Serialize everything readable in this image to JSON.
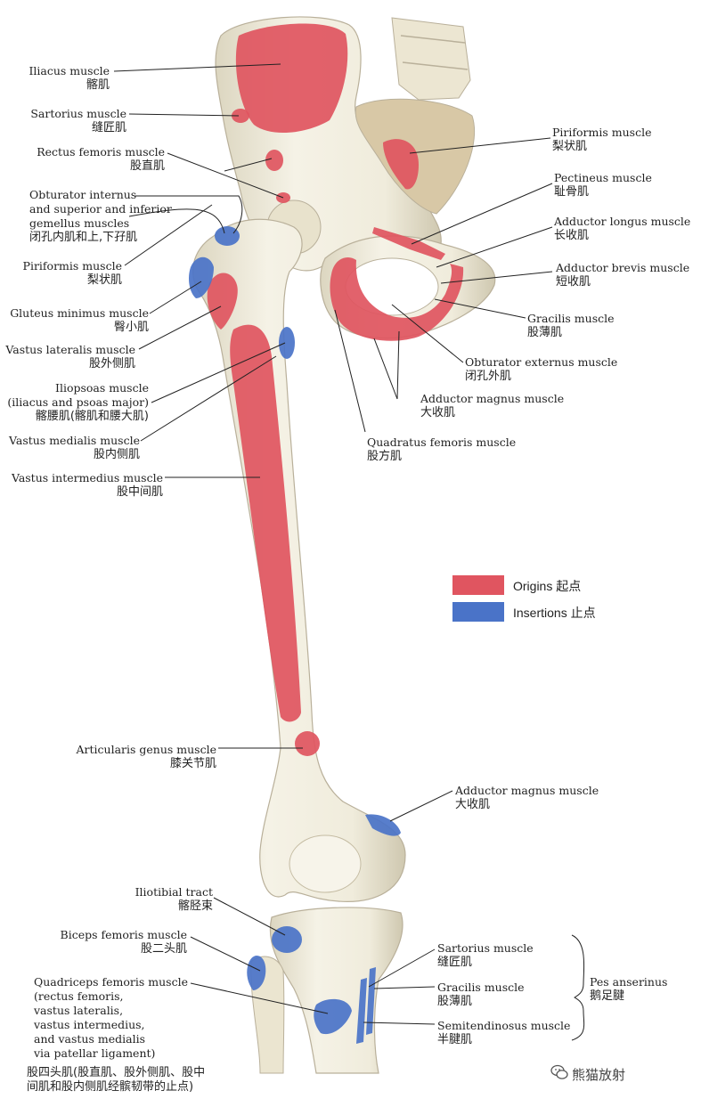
{
  "labels": {
    "iliacus": {
      "en": "Iliacus muscle",
      "zh": "髂肌"
    },
    "sartorius_top": {
      "en": "Sartorius muscle",
      "zh": "缝匠肌"
    },
    "rectus_femoris": {
      "en": "Rectus femoris muscle",
      "zh": "股直肌"
    },
    "obturator_internus": {
      "en1": "Obturator internus",
      "en2": "and superior and inferior",
      "en3": "gemellus muscles",
      "zh": "闭孔内肌和上,下孖肌"
    },
    "piriformis_left": {
      "en": "Piriformis muscle",
      "zh": "梨状肌"
    },
    "gluteus_minimus": {
      "en": "Gluteus minimus muscle",
      "zh": "臀小肌"
    },
    "vastus_lateralis": {
      "en": "Vastus lateralis muscle",
      "zh": "股外侧肌"
    },
    "iliopsoas": {
      "en1": "Iliopsoas muscle",
      "en2": "(iliacus and psoas major)",
      "zh": "髂腰肌(髂肌和腰大肌)"
    },
    "vastus_medialis": {
      "en": "Vastus medialis muscle",
      "zh": "股内侧肌"
    },
    "vastus_intermedius": {
      "en": "Vastus intermedius muscle",
      "zh": "股中间肌"
    },
    "piriformis_right": {
      "en": "Piriformis muscle",
      "zh": "梨状肌"
    },
    "pectineus": {
      "en": "Pectineus muscle",
      "zh": "耻骨肌"
    },
    "adductor_longus": {
      "en": "Adductor longus muscle",
      "zh": "长收肌"
    },
    "adductor_brevis": {
      "en": "Adductor brevis muscle",
      "zh": "短收肌"
    },
    "gracilis_top": {
      "en": "Gracilis muscle",
      "zh": "股薄肌"
    },
    "obturator_externus": {
      "en": "Obturator externus muscle",
      "zh": "闭孔外肌"
    },
    "adductor_magnus_top": {
      "en": "Adductor magnus muscle",
      "zh": "大收肌"
    },
    "quadratus_femoris": {
      "en": "Quadratus femoris muscle",
      "zh": "股方肌"
    },
    "articularis_genus": {
      "en": "Articularis genus muscle",
      "zh": "膝关节肌"
    },
    "adductor_magnus_knee": {
      "en": "Adductor magnus muscle",
      "zh": "大收肌"
    },
    "iliotibial": {
      "en": "Iliotibial tract",
      "zh": "髂胫束"
    },
    "biceps_femoris": {
      "en": "Biceps femoris muscle",
      "zh": "股二头肌"
    },
    "quadriceps": {
      "en1": "Quadriceps femoris muscle",
      "en2": "(rectus femoris,",
      "en3": "vastus lateralis,",
      "en4": "vastus intermedius,",
      "en5": "and vastus medialis",
      "en6": "via patellar ligament)",
      "zh1": "股四头肌(股直肌、股外侧肌、股中",
      "zh2": "间肌和股内侧肌经髌韧带的止点)"
    },
    "sartorius_bottom": {
      "en": "Sartorius muscle",
      "zh": "缝匠肌"
    },
    "gracilis_bottom": {
      "en": "Gracilis muscle",
      "zh": "股薄肌"
    },
    "semitendinosus": {
      "en": "Semitendinosus muscle",
      "zh": "半腱肌"
    },
    "pes_anserinus": {
      "en": "Pes anserinus",
      "zh": "鹅足腱"
    }
  },
  "legend": {
    "origins": "Origins 起点",
    "insertions": "Insertions 止点",
    "origin_color": "#e05560",
    "insertion_color": "#4a73c8"
  },
  "watermark": {
    "text": "熊猫放射",
    "icon": "wechat-icon"
  },
  "colors": {
    "bone": "#f3f0e3",
    "bone_shade": "#ddd7c2",
    "origin": "#e05560",
    "insertion": "#4a73c8",
    "line": "#222222"
  }
}
